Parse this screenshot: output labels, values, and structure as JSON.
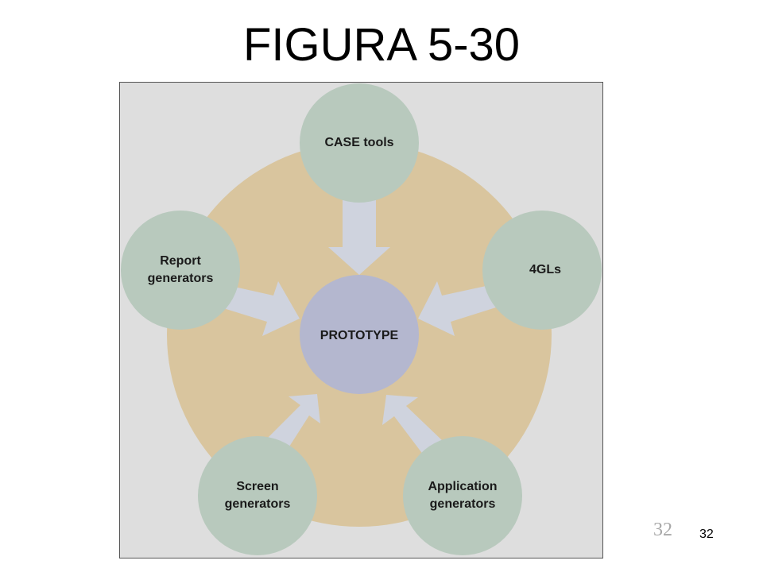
{
  "slide": {
    "title": "FIGURA 5-30",
    "watermark_number": "32",
    "slide_number": "32"
  },
  "diagram": {
    "center": {
      "label": "PROTOTYPE"
    },
    "nodes": [
      {
        "id": "case-tools",
        "lines": [
          "CASE tools"
        ]
      },
      {
        "id": "4gls",
        "lines": [
          "4GLs"
        ]
      },
      {
        "id": "application-generators",
        "lines": [
          "Application",
          "generators"
        ]
      },
      {
        "id": "screen-generators",
        "lines": [
          "Screen",
          "generators"
        ]
      },
      {
        "id": "report-generators",
        "lines": [
          "Report",
          "generators"
        ]
      }
    ],
    "colors": {
      "panel_background": "#dedede",
      "panel_border": "#555555",
      "ring": "#d9c59e",
      "node_fill": "#b8c9bd",
      "center_fill": "#b4b7cf",
      "arrow_fill": "#cfd3de"
    }
  }
}
